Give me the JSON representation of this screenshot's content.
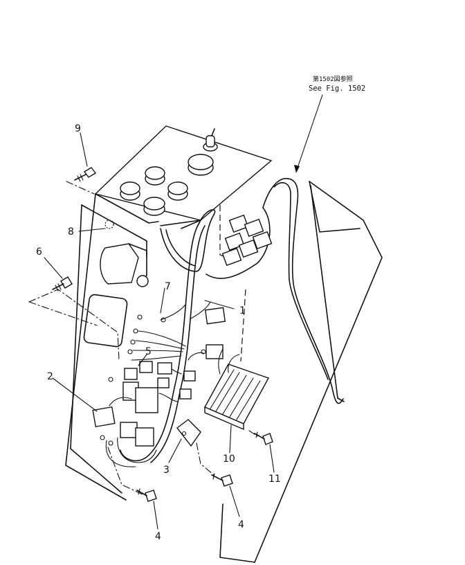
{
  "reference_note": {
    "line1": "第1502図参照",
    "line2": "See Fig. 1502"
  },
  "callouts": {
    "c1": "1",
    "c2": "2",
    "c3": "3",
    "c4a": "4",
    "c4b": "4",
    "c5": "5",
    "c6": "6",
    "c7": "7",
    "c8": "8",
    "c9": "9",
    "c10": "10",
    "c11": "11"
  }
}
